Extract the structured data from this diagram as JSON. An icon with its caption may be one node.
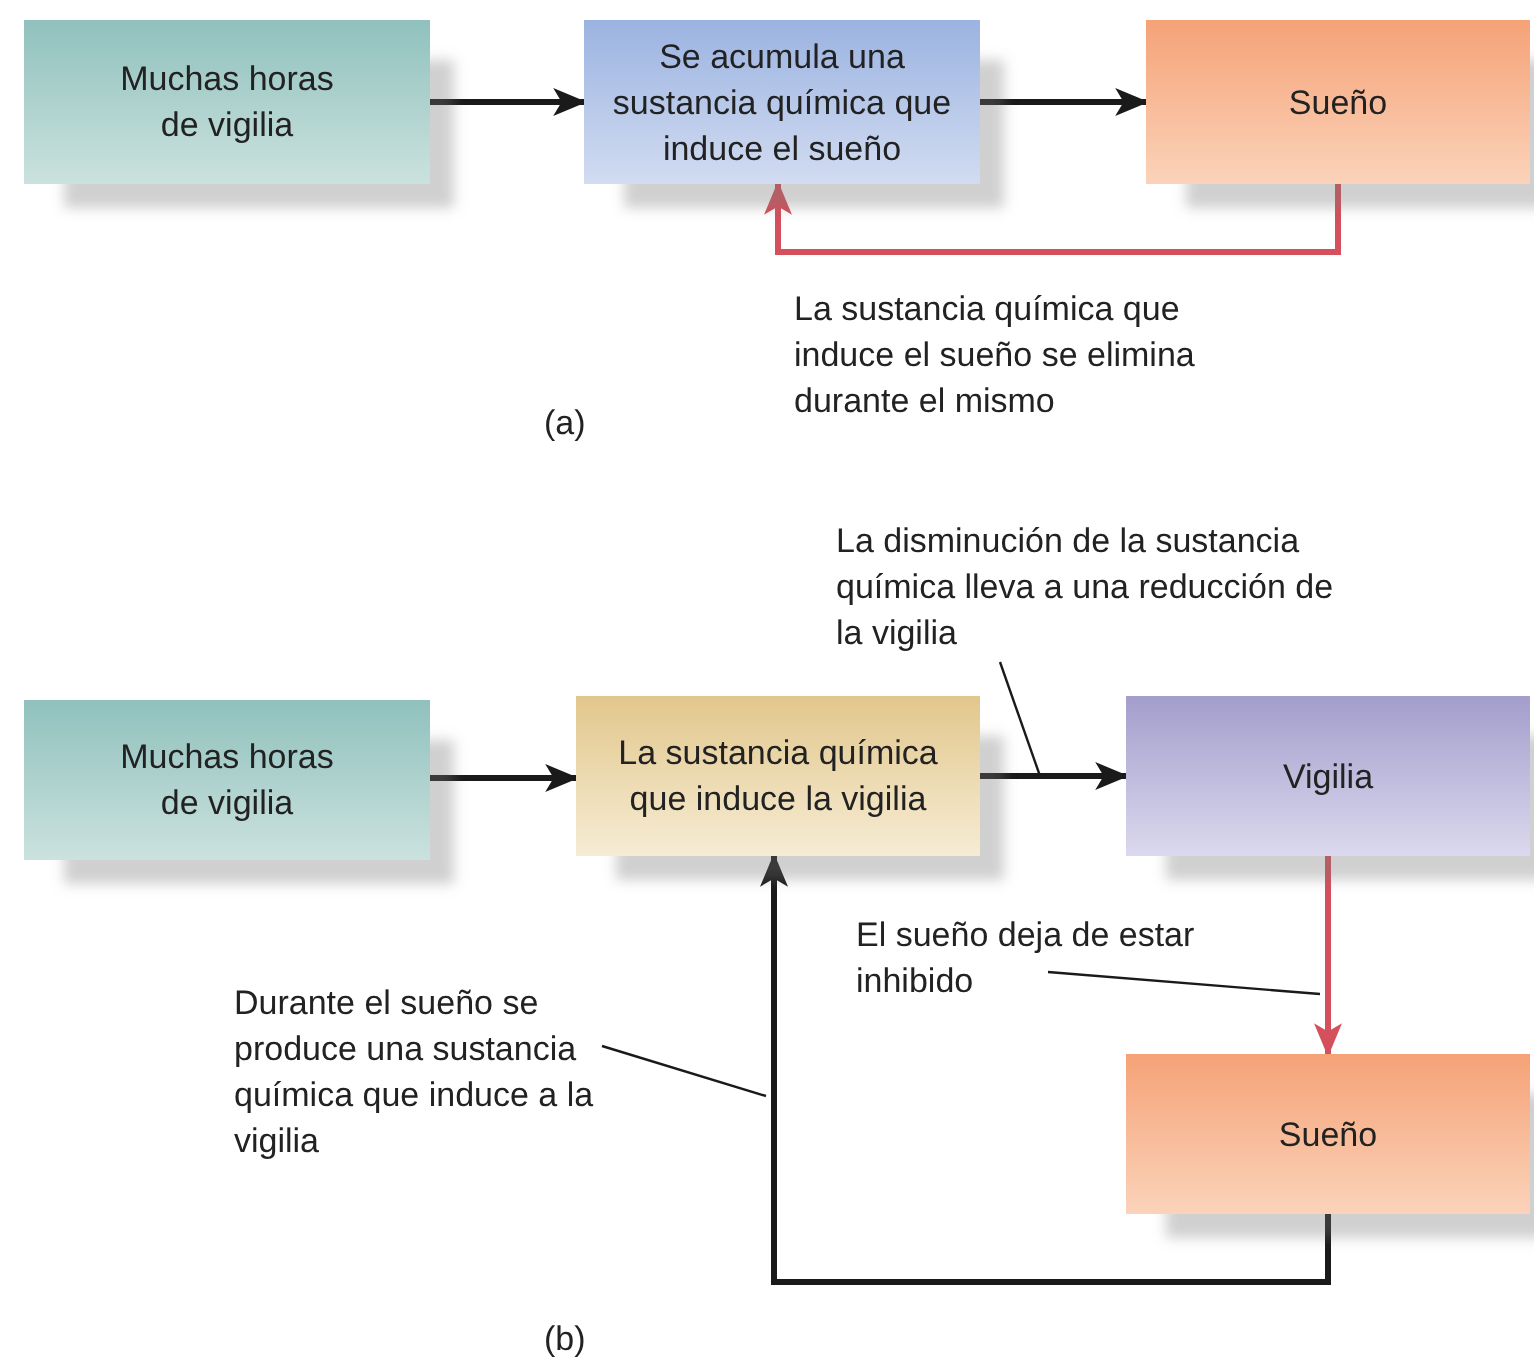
{
  "diagram": {
    "nodes": [
      {
        "text": [
          "Muchas horas de vigilia"
        ]
      },
      {
        "text": [
          "Se acumula una sustancia química que induce el sueño"
        ]
      },
      {
        "text": [
          "Sueño"
        ]
      },
      {
        "text": [
          "Muchas horas de vigilia"
        ]
      },
      {
        "text": [
          "La sustancia química que induce la vigilia"
        ]
      },
      {
        "text": [
          "Vigilia"
        ]
      },
      {
        "text": [
          "Sueño"
        ]
      },
      {
        "text": [
          "La disminución de la sustancia química lleva a una reducción de la vigilia"
        ]
      },
      {
        "text": [
          "El sueño deja de estar inhibido"
        ]
      },
      {
        "text": [
          "Durante el sueño se produce una sustancia química que induce a la vigilia"
        ]
      }
    ],
    "edges": [
      {
        "from": 0,
        "to": 1,
        "arrow": "to"
      },
      {
        "from": 1,
        "to": 2,
        "arrow": "to"
      },
      {
        "from": 2,
        "to": 1,
        "arrow": "to",
        "color": "#d4505c",
        "label": "La sustancia química que induce el sueño se elimina durante el mismo"
      },
      {
        "from": 3,
        "to": 4,
        "arrow": "to"
      },
      {
        "from": 4,
        "to": 5,
        "arrow": "to"
      },
      {
        "from": 5,
        "to": 6,
        "arrow": "to",
        "color": "#d4505c"
      },
      {
        "from": 6,
        "to": 4,
        "arrow": "to"
      },
      {
        "from": 7,
        "to": null,
        "arrow": "none"
      },
      {
        "from": 8,
        "to": null,
        "arrow": "none"
      },
      {
        "from": 9,
        "to": null,
        "arrow": "none"
      }
    ],
    "labels": [
      "(a)",
      "(b)"
    ]
  }
}
